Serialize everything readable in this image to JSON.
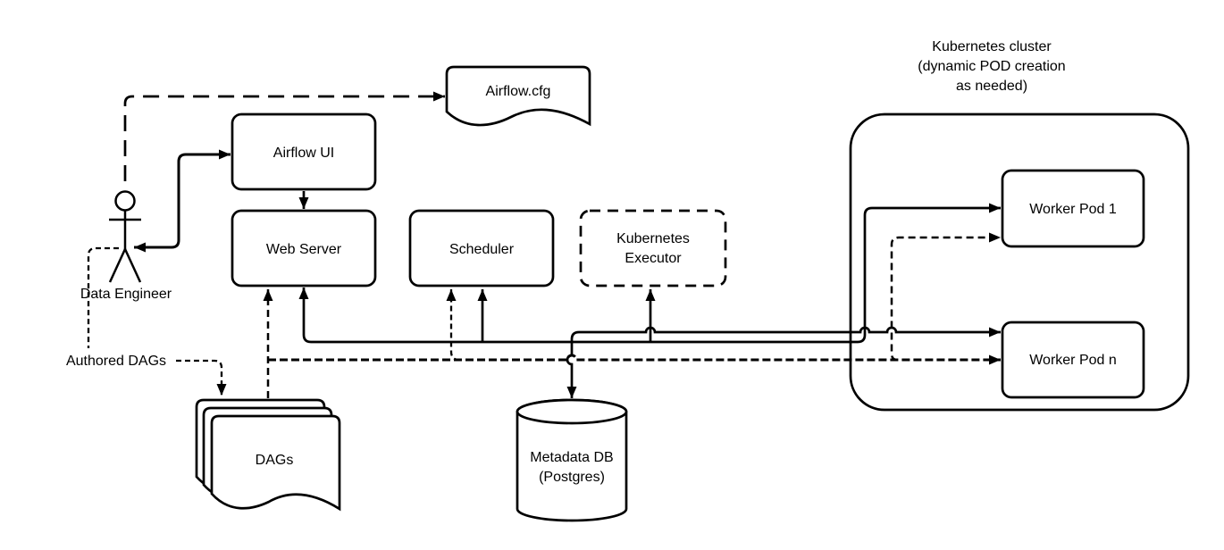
{
  "nodes": {
    "airflow_cfg": {
      "label": "Airflow.cfg"
    },
    "airflow_ui": {
      "label": "Airflow UI"
    },
    "web_server": {
      "label": "Web Server"
    },
    "scheduler": {
      "label": "Scheduler"
    },
    "kubernetes_executor": {
      "label_line1": "Kubernetes",
      "label_line2": "Executor"
    },
    "kubernetes_cluster": {
      "label_line1": "Kubernetes cluster",
      "label_line2": "(dynamic POD creation",
      "label_line3": "as needed)"
    },
    "worker_pod_1": {
      "label": "Worker Pod 1"
    },
    "worker_pod_n": {
      "label": "Worker Pod n"
    },
    "metadata_db": {
      "label_line1": "Metadata DB",
      "label_line2": "(Postgres)"
    },
    "dags": {
      "label": "DAGs"
    },
    "data_engineer": {
      "label": "Data Engineer"
    },
    "authored_dags": {
      "label": "Authored DAGs"
    }
  },
  "edges": [
    {
      "from": "data_engineer",
      "to": "airflow_cfg",
      "style": "dashed",
      "arrows": "end"
    },
    {
      "from": "data_engineer",
      "to": "airflow_ui",
      "style": "solid",
      "arrows": "both"
    },
    {
      "from": "airflow_ui",
      "to": "web_server",
      "style": "solid",
      "arrows": "end"
    },
    {
      "from": "data_engineer",
      "to": "dags",
      "style": "dashed",
      "label": "Authored DAGs",
      "arrows": "end"
    },
    {
      "from": "dags",
      "to": "web_server",
      "style": "dashed",
      "arrows": "end"
    },
    {
      "from": "dags",
      "to": "scheduler",
      "style": "dashed",
      "arrows": "end"
    },
    {
      "from": "dags",
      "to": "worker_pod_1",
      "style": "dashed",
      "arrows": "end"
    },
    {
      "from": "dags",
      "to": "worker_pod_n",
      "style": "dashed",
      "arrows": "end"
    },
    {
      "from": "web_server_bus",
      "to": "scheduler | kubernetes_executor | worker_pod_1",
      "style": "solid",
      "arrows": "all-ends"
    },
    {
      "from": "metadata_db",
      "to": "worker_pod_n",
      "style": "solid",
      "arrows": "both"
    }
  ],
  "colors": {
    "stroke": "#000000",
    "fill": "#ffffff",
    "background": "#ffffff",
    "text": "#000000"
  }
}
